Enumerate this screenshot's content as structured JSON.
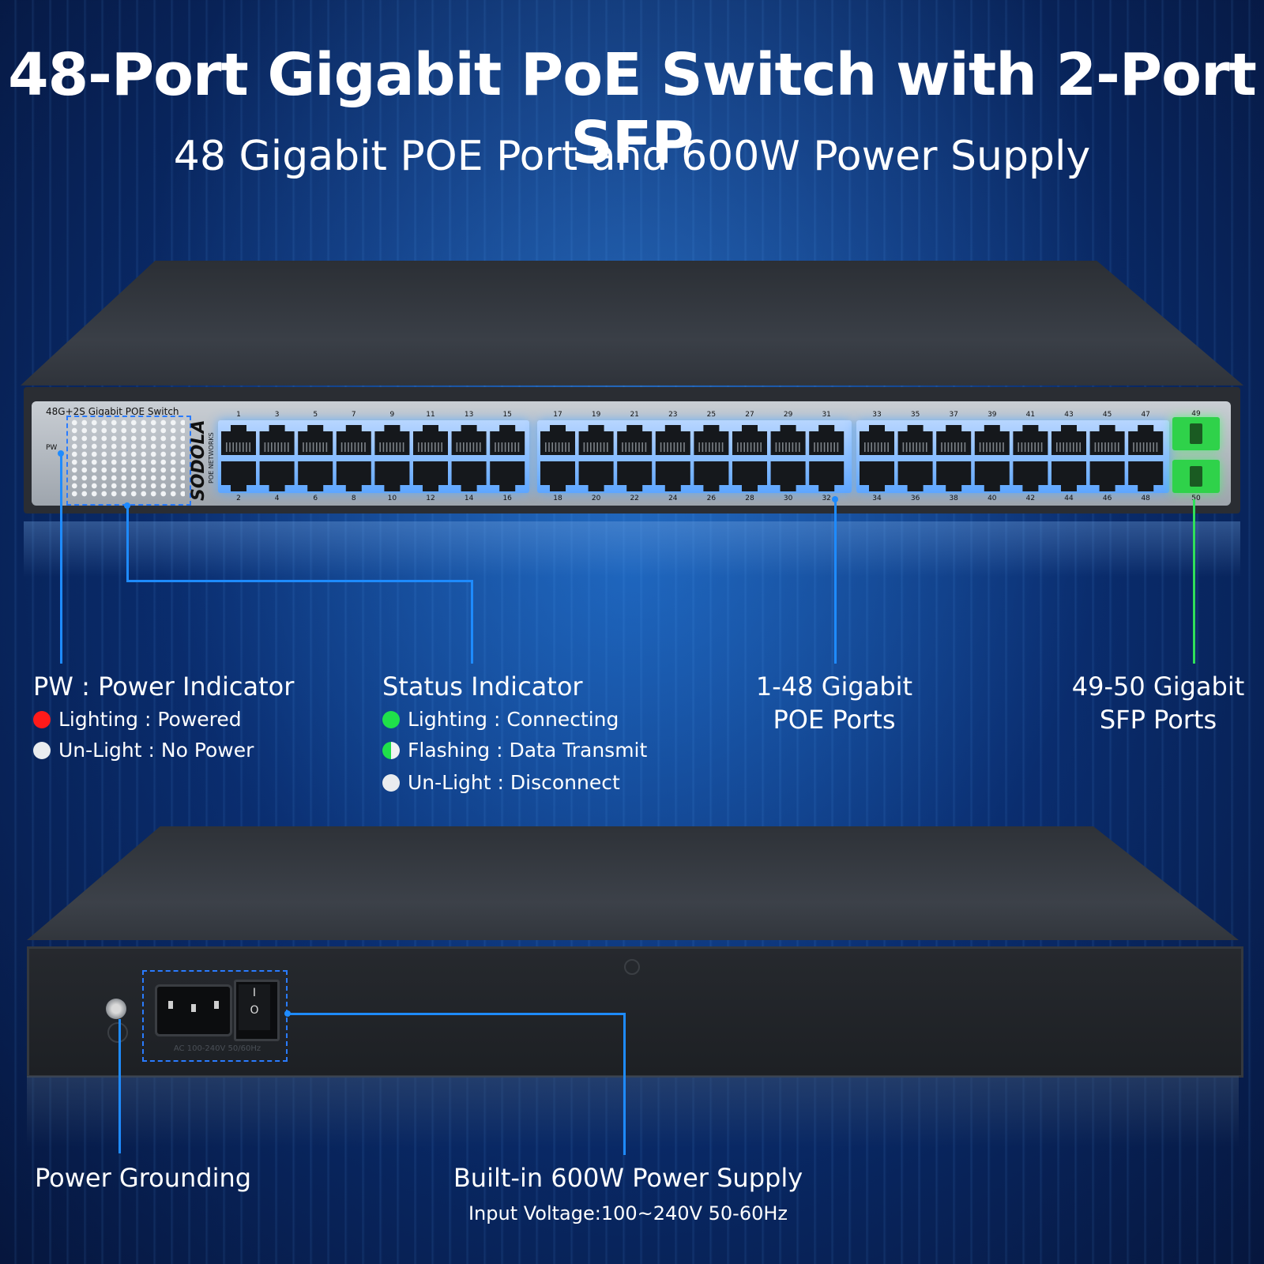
{
  "header": {
    "title": "48-Port Gigabit PoE Switch with 2-Port SFP",
    "subtitle": "48 Gigabit POE Port and 600W Power Supply"
  },
  "device": {
    "panel_label": "48G+2S Gigabit POE Switch",
    "pw_label": "PW",
    "brand": "SODOLA",
    "brand_sub": "POE NETWORKS",
    "odd_ports": [
      "1",
      "3",
      "5",
      "7",
      "9",
      "11",
      "13",
      "15",
      "17",
      "19",
      "21",
      "23",
      "25",
      "27",
      "29",
      "31",
      "33",
      "35",
      "37",
      "39",
      "41",
      "43",
      "45",
      "47"
    ],
    "even_ports": [
      "2",
      "4",
      "6",
      "8",
      "10",
      "12",
      "14",
      "16",
      "18",
      "20",
      "22",
      "24",
      "26",
      "28",
      "30",
      "32",
      "34",
      "36",
      "38",
      "40",
      "42",
      "44",
      "46",
      "48"
    ],
    "sfp_top": "49",
    "sfp_bottom": "50",
    "rear_psu_text": "AC 100-240V 50/60Hz",
    "rocker_on": "I",
    "rocker_off": "O"
  },
  "callouts": {
    "pw": {
      "heading": "PW : Power Indicator",
      "items": [
        "Lighting : Powered",
        "Un-Light : No Power"
      ]
    },
    "status": {
      "heading": "Status Indicator",
      "items": [
        "Lighting : Connecting",
        "Flashing : Data Transmit",
        "Un-Light : Disconnect"
      ]
    },
    "poe_ports": {
      "line1": "1-48 Gigabit",
      "line2": "POE Ports"
    },
    "sfp_ports": {
      "line1": "49-50 Gigabit",
      "line2": "SFP Ports"
    },
    "grounding": {
      "heading": "Power Grounding"
    },
    "power_supply": {
      "heading": "Built-in 600W Power Supply",
      "sub": "Input Voltage:100~240V 50-60Hz"
    }
  },
  "colors": {
    "accent_line": "#1e8bff",
    "sfp_line": "#2fe05a",
    "led_red": "#ff1a1a",
    "led_green": "#1fe04a"
  }
}
